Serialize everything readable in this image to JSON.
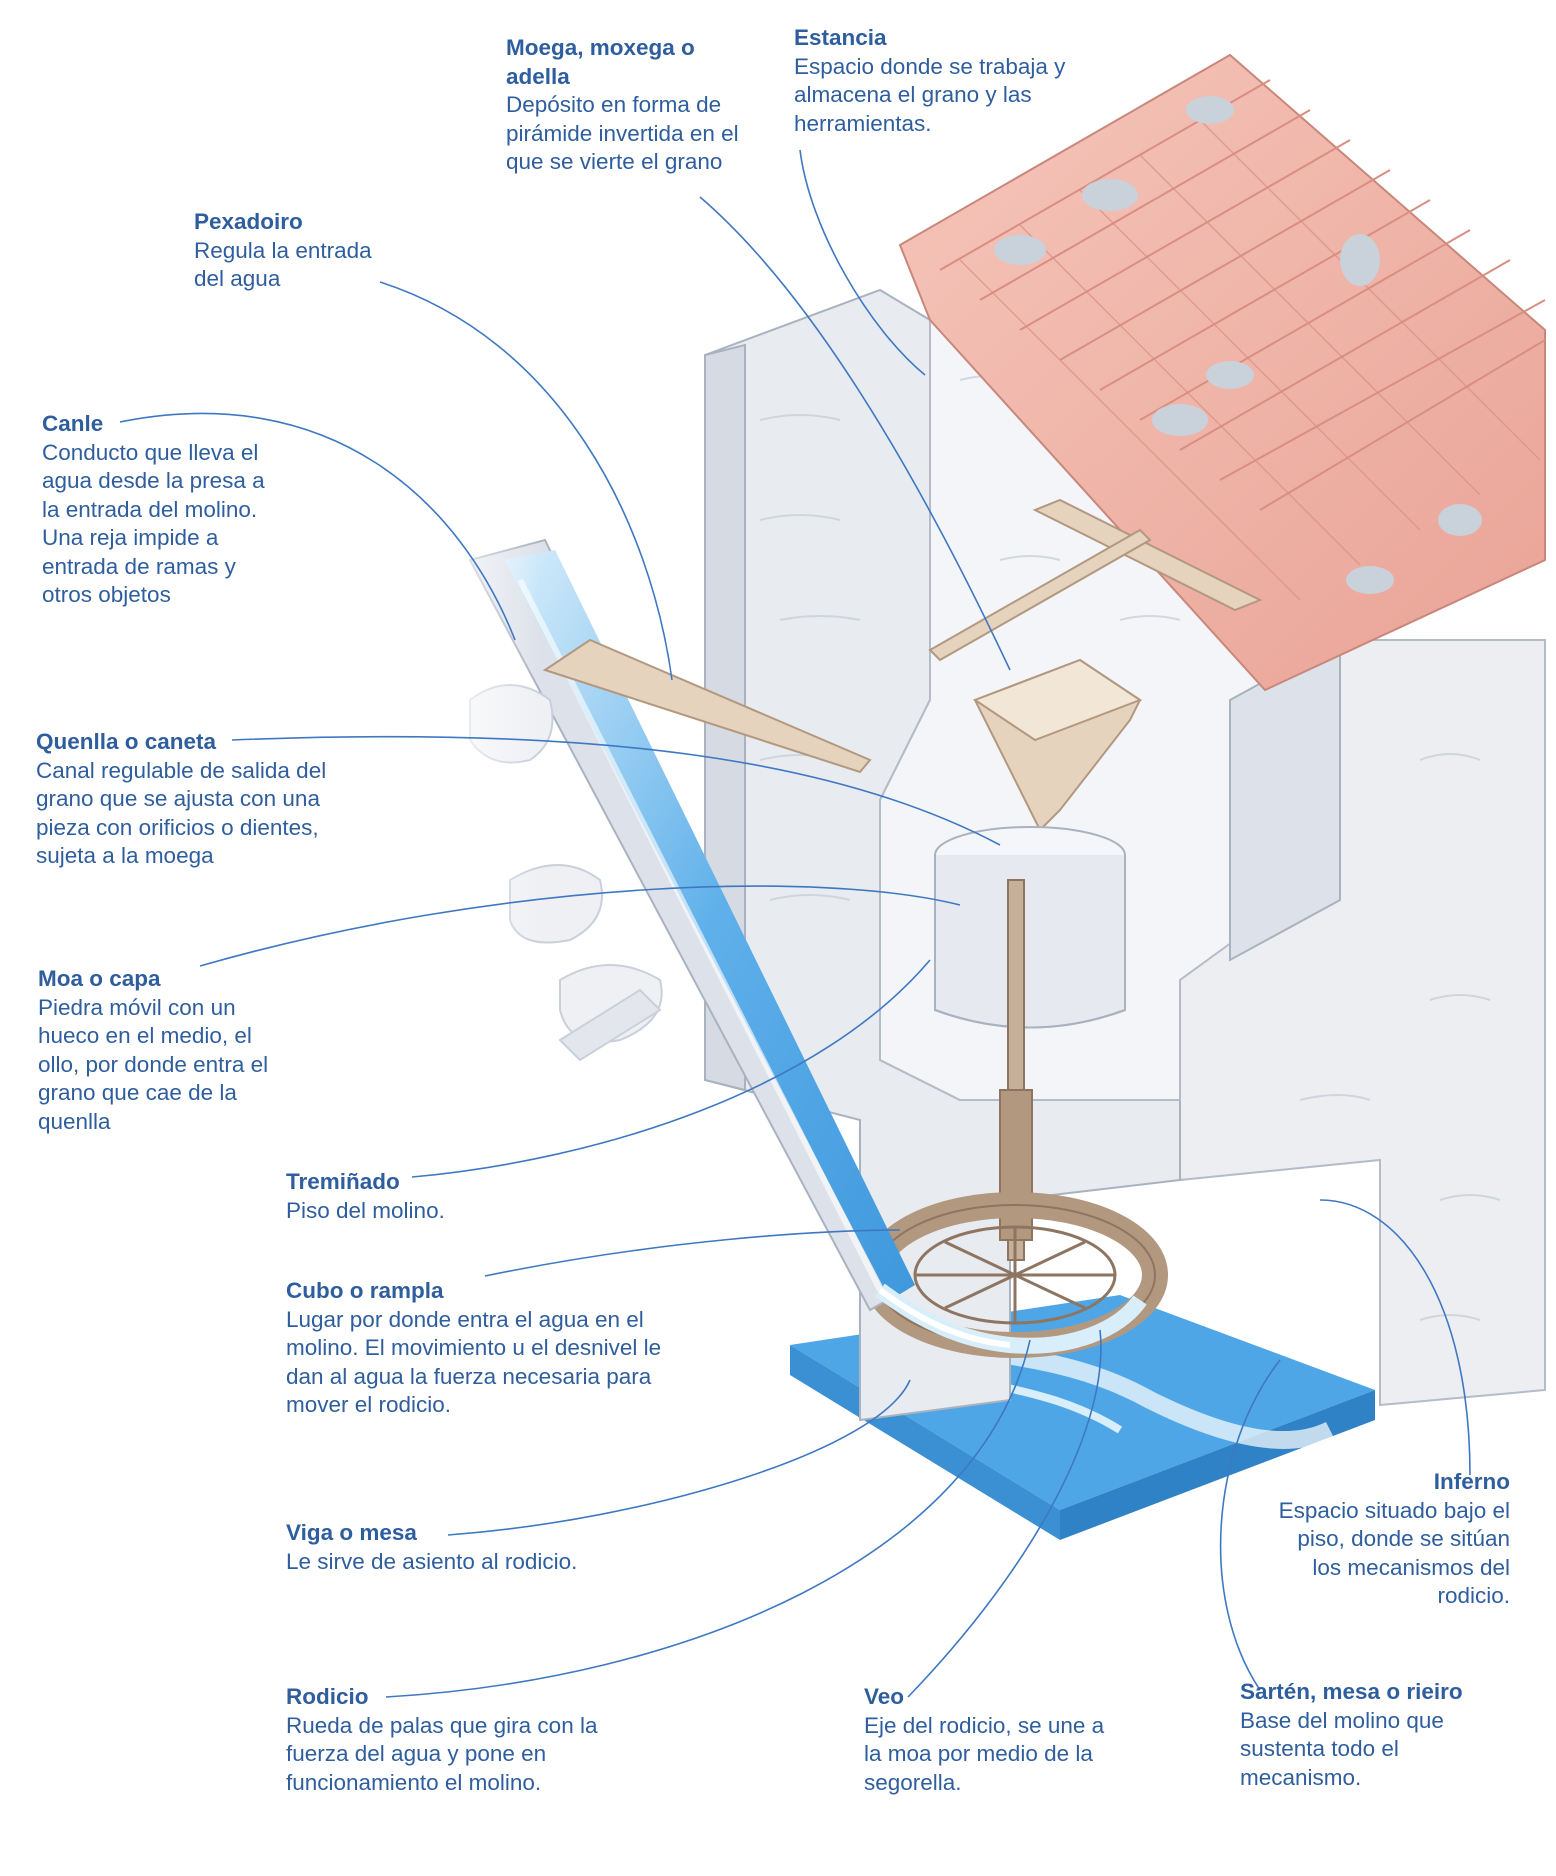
{
  "labels": [
    {
      "id": "moega",
      "title": "Moega, moxega o adella",
      "text": "Depósito en forma de pirámide invertida en el que se vierte el grano"
    },
    {
      "id": "estancia",
      "title": "Estancia",
      "text": "Espacio donde se trabaja y almacena el grano y las herramientas."
    },
    {
      "id": "pexadoiro",
      "title": "Pexadoiro",
      "text": "Regula la entrada del agua"
    },
    {
      "id": "canle",
      "title": "Canle",
      "text": "Conducto que lleva el agua desde la presa a la entrada del molino. Una reja impide a entrada de ramas y otros objetos"
    },
    {
      "id": "quenlla",
      "title": "Quenlla o caneta",
      "text": "Canal regulable de salida del grano que se ajusta con una pieza con orificios o dientes, sujeta a la moega"
    },
    {
      "id": "moa",
      "title": "Moa o capa",
      "text": "Piedra móvil con un hueco en el medio, el ollo, por donde entra el grano que cae de la quenlla"
    },
    {
      "id": "treminado",
      "title": "Tremiñado",
      "text": "Piso del molino."
    },
    {
      "id": "cubo",
      "title": "Cubo o rampla",
      "text": "Lugar por donde entra el agua en el molino. El movimiento u el desnivel le dan al agua la fuerza necesaria para mover el rodicio."
    },
    {
      "id": "viga",
      "title": "Viga o mesa",
      "text": "Le sirve de asiento al rodicio."
    },
    {
      "id": "rodicio",
      "title": "Rodicio",
      "text": "Rueda de palas que gira con la fuerza del agua y pone en funcionamiento el molino."
    },
    {
      "id": "veo",
      "title": "Veo",
      "text": "Eje del rodicio, se une a la moa por medio de la segorella."
    },
    {
      "id": "inferno",
      "title": "Inferno",
      "text": "Espacio situado bajo el piso, donde se sitúan los mecanismos del rodicio."
    },
    {
      "id": "sarten",
      "title": "Sartén, mesa o rieiro",
      "text": "Base del molino que sustenta todo el mecanismo."
    }
  ],
  "colors": {
    "label": "#2f5e9e",
    "leader_line": "#3f78c2",
    "water": "#5fb0ea",
    "water_light": "#bfe2f7",
    "roof": "#f0b3a6",
    "roof_dark": "#d98e82",
    "stone_wall": "#eceef2",
    "stone_shadow": "#cfd5de",
    "wood": "#e6d3bd",
    "wood_dark": "#b39880"
  }
}
